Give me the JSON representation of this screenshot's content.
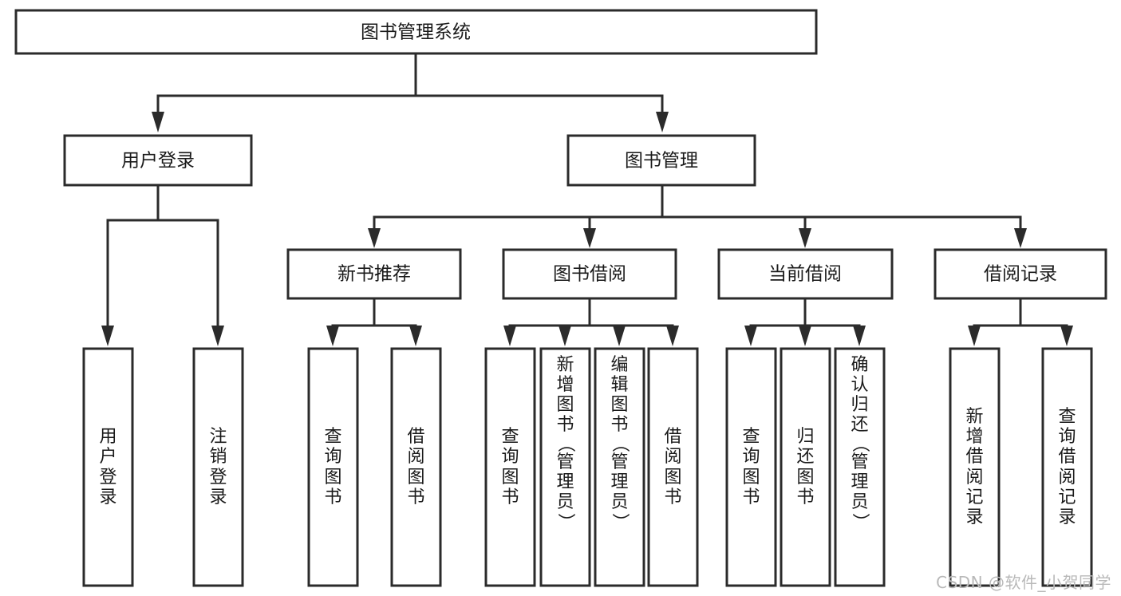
{
  "diagram": {
    "type": "tree-hierarchy",
    "title": "图书管理系统",
    "watermark": "CSDN @软件_小贺同学",
    "colors": {
      "stroke": "#2b2b2b",
      "fill": "#ffffff",
      "text": "#1a1a1a",
      "watermark": "#b9b9b9",
      "background": "#ffffff"
    },
    "root": {
      "label": "图书管理系统"
    },
    "level2": [
      {
        "id": "user-login",
        "label": "用户登录"
      },
      {
        "id": "book-manage",
        "label": "图书管理"
      }
    ],
    "level3": [
      {
        "id": "new-book-recommend",
        "label": "新书推荐",
        "parent": "book-manage"
      },
      {
        "id": "book-borrow",
        "label": "图书借阅",
        "parent": "book-manage"
      },
      {
        "id": "current-borrow",
        "label": "当前借阅",
        "parent": "book-manage"
      },
      {
        "id": "borrow-record",
        "label": "借阅记录",
        "parent": "book-manage"
      }
    ],
    "leaves": {
      "user-login": [
        {
          "id": "leaf-user-login",
          "label": "用户登录"
        },
        {
          "id": "leaf-user-logout",
          "label": "注销登录"
        }
      ],
      "new-book-recommend": [
        {
          "id": "leaf-query-book-1",
          "label": "查询图书"
        },
        {
          "id": "leaf-borrow-book-1",
          "label": "借阅图书"
        }
      ],
      "book-borrow": [
        {
          "id": "leaf-query-book-2",
          "label": "查询图书"
        },
        {
          "id": "leaf-add-book",
          "label": "新增图书（管理员）"
        },
        {
          "id": "leaf-edit-book",
          "label": "编辑图书（管理员）"
        },
        {
          "id": "leaf-borrow-book-2",
          "label": "借阅图书"
        }
      ],
      "current-borrow": [
        {
          "id": "leaf-query-book-3",
          "label": "查询图书"
        },
        {
          "id": "leaf-return-book",
          "label": "归还图书"
        },
        {
          "id": "leaf-confirm-return",
          "label": "确认归还（管理员）"
        }
      ],
      "borrow-record": [
        {
          "id": "leaf-add-record",
          "label": "新增借阅记录"
        },
        {
          "id": "leaf-query-record",
          "label": "查询借阅记录"
        }
      ]
    }
  }
}
